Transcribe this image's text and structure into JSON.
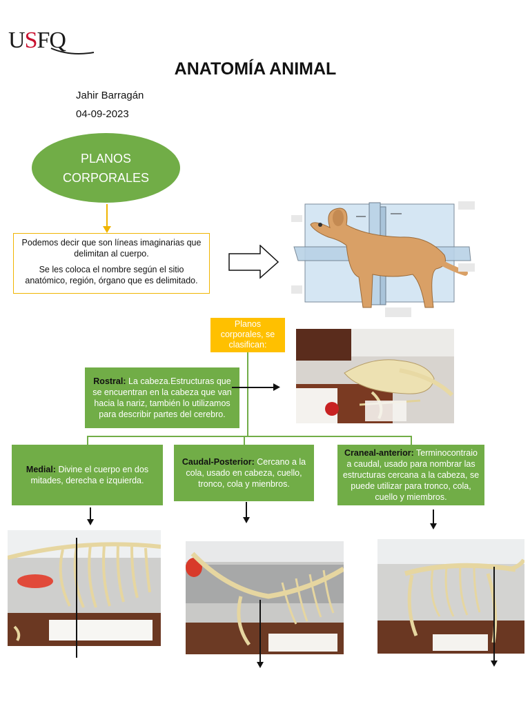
{
  "header": {
    "logo_text_1": "U",
    "logo_text_s": "S",
    "logo_text_2": "FQ",
    "title": "ANATOMÍA ANIMAL",
    "author": "Jahir Barragán",
    "date": "04-09-2023"
  },
  "concept": {
    "oval_line1": "PLANOS",
    "oval_line2": "CORPORALES",
    "definition_p1": "Podemos decir que son líneas imaginarias que delimitan al cuerpo.",
    "definition_p2": "Se les coloca el nombre según el sitio anatómico, región, órgano que es delimitado."
  },
  "classification": {
    "header": "Planos corporales, se clasifican:",
    "rostral_term": "Rostral:",
    "rostral_text": " La cabeza.Estructuras que se encuentran en la cabeza que van hacia la nariz, también lo utilizamos para describir partes del cerebro.",
    "medial_term": "Medial:",
    "medial_text": " Divine el cuerpo en dos mitades, derecha e izquierda.",
    "caudal_term": "Caudal-Posterior:",
    "caudal_text": " Cercano a la cola, usado en cabeza, cuello, tronco, cola y mienbros.",
    "craneal_term": "Craneal-anterior:",
    "craneal_text": " Terminocontraio a caudal, usado para nombrar las estructuras cercana a la cabeza, se puede utilizar para tronco, cola, cuello y miembros."
  },
  "colors": {
    "green": "#71ad47",
    "yellow": "#ffc000",
    "logo_red": "#c8102e"
  }
}
